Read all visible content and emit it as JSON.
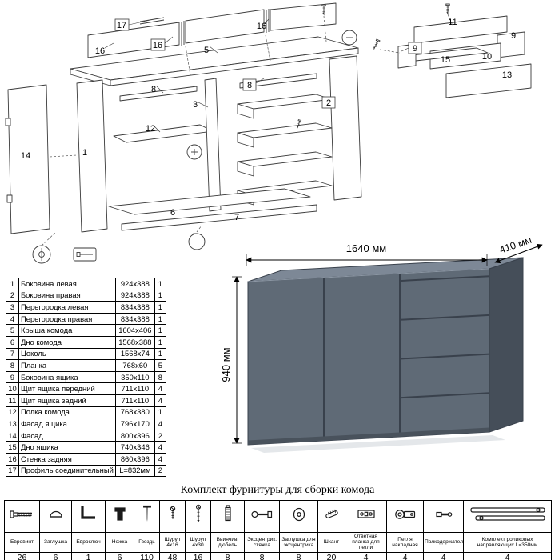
{
  "diagram": {
    "callouts": [
      "17",
      "16",
      "16",
      "5",
      "16",
      "8",
      "8",
      "3",
      "12",
      "1",
      "14",
      "2",
      "6",
      "7",
      "11",
      "9",
      "9",
      "10",
      "15",
      "13"
    ]
  },
  "dimensions": {
    "width": "1640 мм",
    "depth": "410 мм",
    "height": "940 мм"
  },
  "colors": {
    "front": "#5f6a76",
    "top": "#7d8896",
    "side": "#454e59",
    "gap": "#39414c"
  },
  "parts_table": {
    "rows": [
      {
        "num": "1",
        "name": "Боковина левая",
        "size": "924x388",
        "qty": "1"
      },
      {
        "num": "2",
        "name": "Боковина правая",
        "size": "924x388",
        "qty": "1"
      },
      {
        "num": "3",
        "name": "Перегородка левая",
        "size": "834x388",
        "qty": "1"
      },
      {
        "num": "4",
        "name": "Перегородка правая",
        "size": "834x388",
        "qty": "1"
      },
      {
        "num": "5",
        "name": "Крыша комода",
        "size": "1604x406",
        "qty": "1"
      },
      {
        "num": "6",
        "name": "Дно комода",
        "size": "1568x388",
        "qty": "1"
      },
      {
        "num": "7",
        "name": "Цоколь",
        "size": "1568x74",
        "qty": "1"
      },
      {
        "num": "8",
        "name": "Планка",
        "size": "768x60",
        "qty": "5"
      },
      {
        "num": "9",
        "name": "Боковина ящика",
        "size": "350x110",
        "qty": "8"
      },
      {
        "num": "10",
        "name": "Щит ящика передний",
        "size": "711x110",
        "qty": "4"
      },
      {
        "num": "11",
        "name": "Щит ящика задний",
        "size": "711x110",
        "qty": "4"
      },
      {
        "num": "12",
        "name": "Полка комода",
        "size": "768x380",
        "qty": "1"
      },
      {
        "num": "13",
        "name": "Фасад ящика",
        "size": "796x170",
        "qty": "4"
      },
      {
        "num": "14",
        "name": "Фасад",
        "size": "800x396",
        "qty": "2"
      },
      {
        "num": "15",
        "name": "Дно ящика",
        "size": "740x346",
        "qty": "4"
      },
      {
        "num": "16",
        "name": "Стенка задняя",
        "size": "860x396",
        "qty": "4"
      },
      {
        "num": "17",
        "name": "Профиль соединительный",
        "size": "L=832мм",
        "qty": "2"
      }
    ]
  },
  "hardware": {
    "title": "Комплект фурнитуры для сборки комода",
    "items": [
      {
        "icon": "euro-screw-icon",
        "name": "Евровинт",
        "qty": "26"
      },
      {
        "icon": "plug-cap-icon",
        "name": "Заглушка",
        "qty": "6"
      },
      {
        "icon": "hex-key-icon",
        "name": "Евроключ",
        "qty": "1"
      },
      {
        "icon": "foot-icon",
        "name": "Ножка",
        "qty": "6"
      },
      {
        "icon": "nail-icon",
        "name": "Гвоздь",
        "qty": "110"
      },
      {
        "icon": "screw-short-icon",
        "name": "Шуруп 4х16",
        "qty": "48"
      },
      {
        "icon": "screw-long-icon",
        "name": "Шуруп 4х30",
        "qty": "16"
      },
      {
        "icon": "screw-dowel-icon",
        "name": "Ввинчив. дюбель",
        "qty": "8"
      },
      {
        "icon": "cam-bolt-icon",
        "name": "Эксцентрик. стяжка",
        "qty": "8"
      },
      {
        "icon": "cam-cover-icon",
        "name": "Заглушка для эксцентрика",
        "qty": "8"
      },
      {
        "icon": "wood-dowel-icon",
        "name": "Шкант",
        "qty": "20"
      },
      {
        "icon": "hinge-plate-icon",
        "name": "Ответная планка для петли",
        "qty": "4"
      },
      {
        "icon": "overlay-hinge-icon",
        "name": "Петля накладная",
        "qty": "4"
      },
      {
        "icon": "shelf-support-icon",
        "name": "Полкодержатель",
        "qty": "4"
      },
      {
        "icon": "drawer-slides-icon",
        "name": "Комплект роликовых направляющих L=350мм",
        "qty": "4"
      }
    ]
  }
}
